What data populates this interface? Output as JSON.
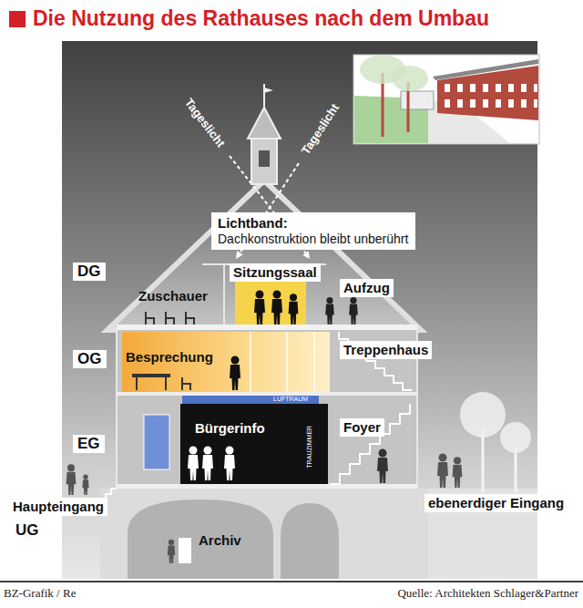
{
  "diagram": {
    "title": "Die Nutzung des Rathauses nach dem Umbau",
    "nodes": [
      {
        "text": [
          "Lichtband:",
          "Dachkonstruktion bleibt unberührt"
        ]
      },
      {
        "text": [
          "DG"
        ]
      },
      {
        "text": [
          "OG"
        ]
      },
      {
        "text": [
          "EG"
        ]
      },
      {
        "text": [
          "UG"
        ]
      }
    ],
    "labels": [
      "Tageslicht",
      "Tageslicht",
      "Zuschauer",
      "Sitzungssaal",
      "Aufzug",
      "Besprechung",
      "Treppenhaus",
      "LUFTRAUM",
      "Bürgerinfo",
      "TRAUZIMMER",
      "Foyer",
      "Haupteingang",
      "ebenerdiger Eingang",
      "Archiv",
      "BZ-Grafik / Re",
      "Quelle: Architekten Schlager&Partner"
    ]
  }
}
